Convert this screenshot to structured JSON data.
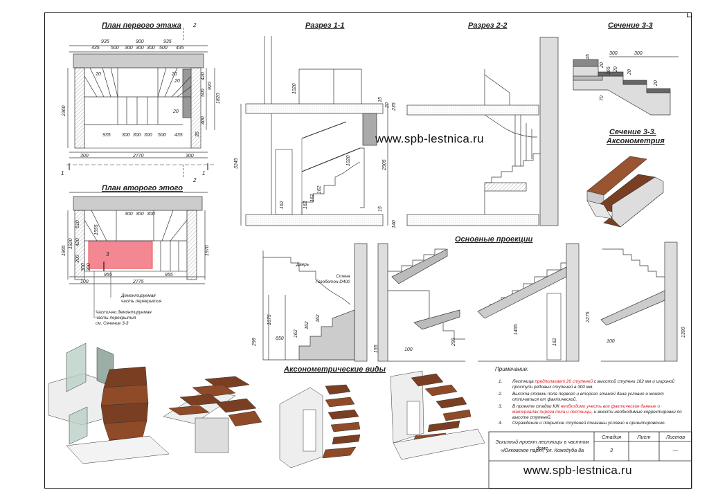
{
  "titles": {
    "plan_first": "План первого этажа",
    "plan_second": "План второго этого",
    "section_1": "Разрез 1-1",
    "section_2": "Разрез 2-2",
    "cut_33": "Сечение 3-3",
    "cut_33_axo_1": "Сечение 3-3.",
    "cut_33_axo_2": "Аксонометрия",
    "main_projections": "Основные проекции",
    "axo_views": "Аксонометрические виды"
  },
  "watermark": "www.spb-lestnica.ru",
  "plan1": {
    "top_dims_1": [
      "935",
      "900",
      "935"
    ],
    "top_dims_2": [
      "435",
      "500",
      "300",
      "300",
      "300",
      "500",
      "435"
    ],
    "bottom_dims": [
      "935",
      "300",
      "300",
      "300",
      "500",
      "435"
    ],
    "overall": "2770",
    "left_wall": "300",
    "right_wall": "300",
    "height": "2360",
    "right_dims": [
      "420",
      "500",
      "920",
      "1820",
      "400"
    ],
    "small": [
      "20",
      "20",
      "20",
      "35",
      "20"
    ],
    "markers": [
      "1",
      "1",
      "2",
      "2"
    ]
  },
  "plan2": {
    "top_dims": [
      "300",
      "300",
      "300"
    ],
    "left_dims": [
      "1965",
      "1920",
      "510",
      "420",
      "300",
      "300",
      "300"
    ],
    "right_dim": "1970",
    "bottom_dims": [
      "955",
      "955"
    ],
    "overall": "2775",
    "left_small": "100",
    "diag": "1555",
    "marker": "3",
    "label_demolished_1": "Демонтируемая",
    "label_demolished_2": "часть перекрытия",
    "label_partial_1": "Частично демонтируемая",
    "label_partial_2": "часть перекрытия",
    "label_partial_3": "см. Сечение 3-3"
  },
  "section1": {
    "dims": [
      "1020",
      "3245",
      "1020",
      "2905",
      "162",
      "162",
      "162",
      "162",
      "15",
      "20",
      "235",
      "15",
      "140"
    ]
  },
  "cut33": {
    "dims": [
      "300",
      "300",
      "15",
      "20",
      "165",
      "20",
      "20",
      "20",
      "70"
    ]
  },
  "projections": {
    "door_label": "Дверь",
    "wall_label_1": "Стена",
    "wall_label_2": "Газобетон D400",
    "dims": [
      "1675",
      "298",
      "650",
      "162",
      "162",
      "162",
      "155",
      "100",
      "298",
      "1465",
      "162",
      "2275",
      "100",
      "1300"
    ]
  },
  "notes": {
    "heading": "Примечание:",
    "items": [
      {
        "num": "1.",
        "pre": "Лестница ",
        "red": "предполагает 20 ступеней",
        "post": " с высотой ступени 162 мм и шириной проступи рядовых ступеней в 300 мм."
      },
      {
        "num": "2.",
        "pre": "Высота стяжки пола первого и второго этажей дана условно и может отличаться от фактической.",
        "red": "",
        "post": ""
      },
      {
        "num": "3.",
        "pre": "В проекте стадии КЖ ",
        "red": "необходимо учесть все фактические данные о материалах пирога пола и лестницы",
        "post": ", и внести необходимые корректировки по высоте ступеней."
      },
      {
        "num": "4.",
        "pre": "Ограждение и покрытие ступеней показаны условно и ориентировочно.",
        "red": "",
        "post": ""
      }
    ]
  },
  "stamp": {
    "project_line1": "Эскизный проект лестницы в частном доме",
    "project_line2": "«Юкковское парк», ул. Кожедуба 8а",
    "col_stage": "Стадия",
    "col_sheet": "Лист",
    "col_sheets": "Листов",
    "stage_value": "3",
    "sheets_value": "—"
  },
  "colors": {
    "tread": "#7a3f22",
    "tread_light": "#9a5430",
    "highlight": "#f06a78",
    "glass": "#b9cfc4",
    "wall": "#d8d8d8",
    "link_red": "#e0161b"
  }
}
